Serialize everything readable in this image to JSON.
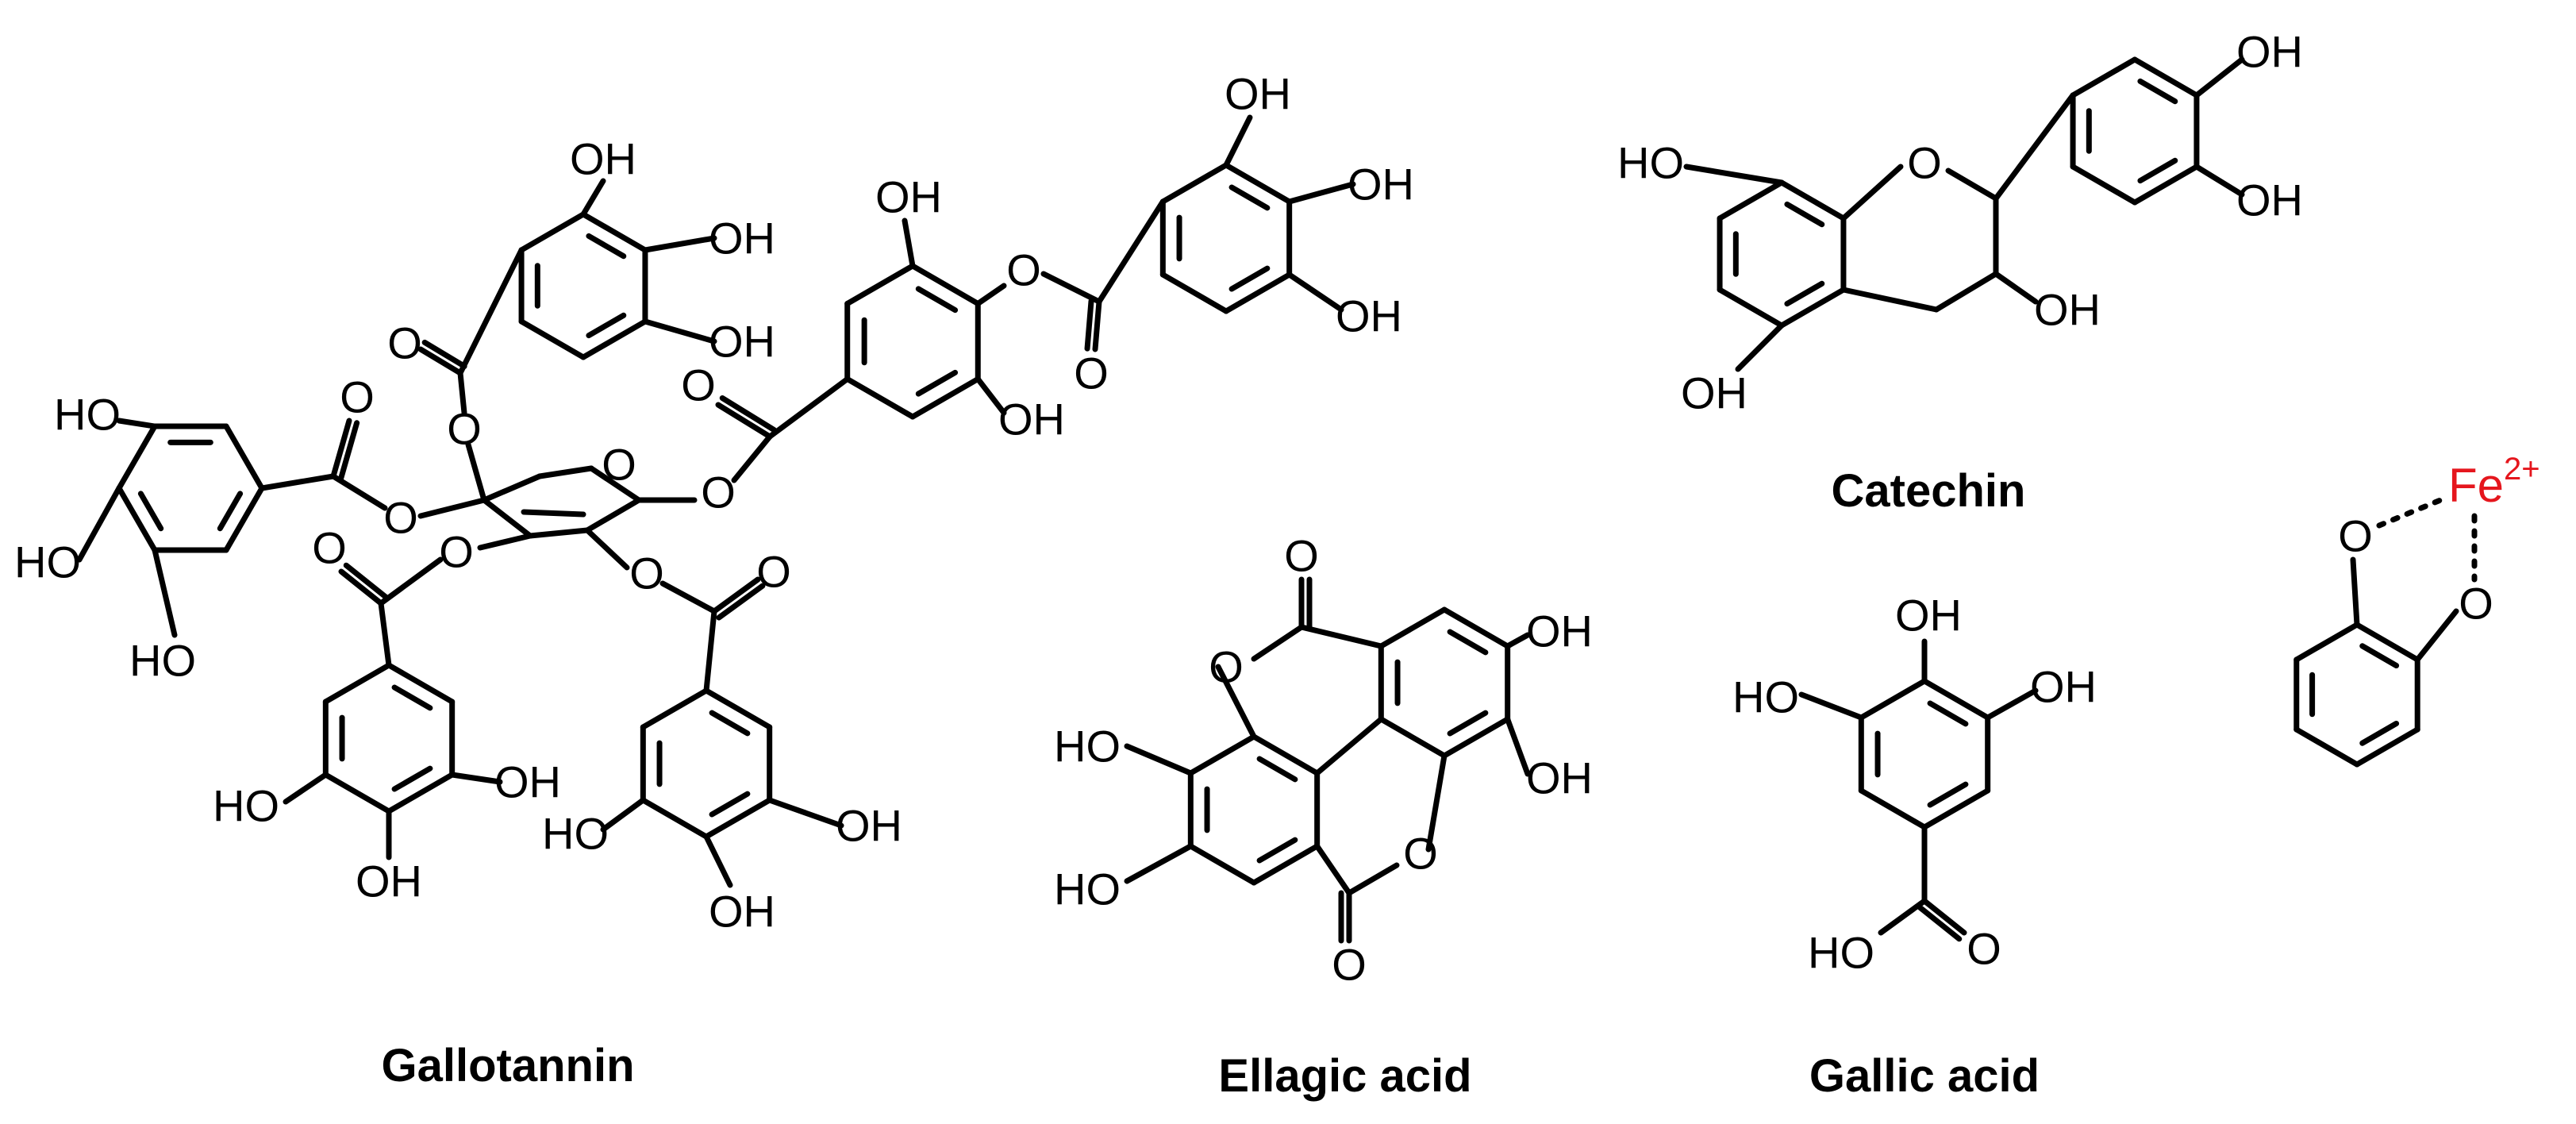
{
  "molecules": {
    "gallotannin": {
      "name": "Gallotannin"
    },
    "ellagic_acid": {
      "name": "Ellagic acid"
    },
    "gallic_acid": {
      "name": "Gallic acid"
    },
    "catechin": {
      "name": "Catechin"
    },
    "iron_complex": {
      "ion": "Fe",
      "charge": "2+"
    }
  },
  "atom_labels": {
    "hydroxyl": "OH",
    "hydroxyl_left": "HO",
    "oxygen": "O"
  }
}
